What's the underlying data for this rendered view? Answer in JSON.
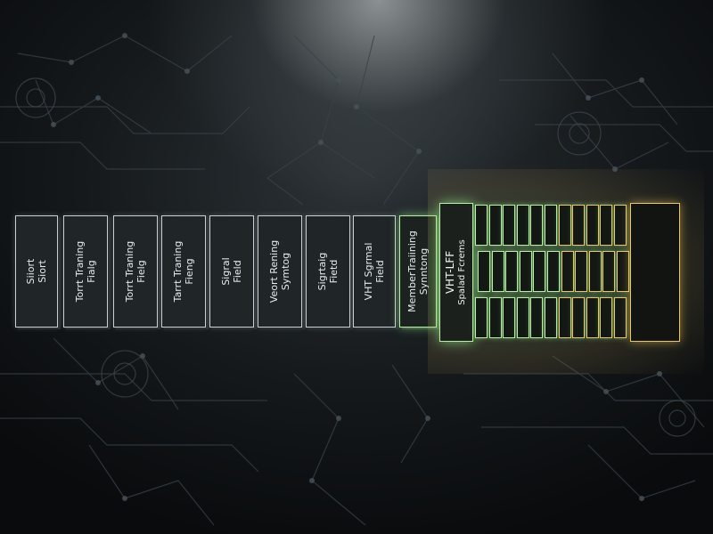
{
  "diagram": {
    "blocks": [
      {
        "line1": "Siiort",
        "line2": "Siort"
      },
      {
        "line1": "Torrt Traning",
        "line2": "Fialg"
      },
      {
        "line1": "Torrt Traning",
        "line2": "Fielg"
      },
      {
        "line1": "Tarrt Traning",
        "line2": "Fieng"
      },
      {
        "line1": "Sigral",
        "line2": "Field"
      },
      {
        "line1": "Veort Rening",
        "line2": "Symtog"
      },
      {
        "line1": "Sigrtaig",
        "line2": "Fietd"
      },
      {
        "line1": "VHT Sgrmal",
        "line2": "Field"
      },
      {
        "line1": "MemberTraiining",
        "line2": "Synntong"
      }
    ],
    "main_block": {
      "line1": "VHT-LFF",
      "line2": "Spalad Fcrems"
    },
    "grid": {
      "columns": 11,
      "rows": 3
    },
    "colors": {
      "neutral": "#c9d0d3",
      "green": "#b8f0a8",
      "gold": "#e8c86a"
    }
  }
}
